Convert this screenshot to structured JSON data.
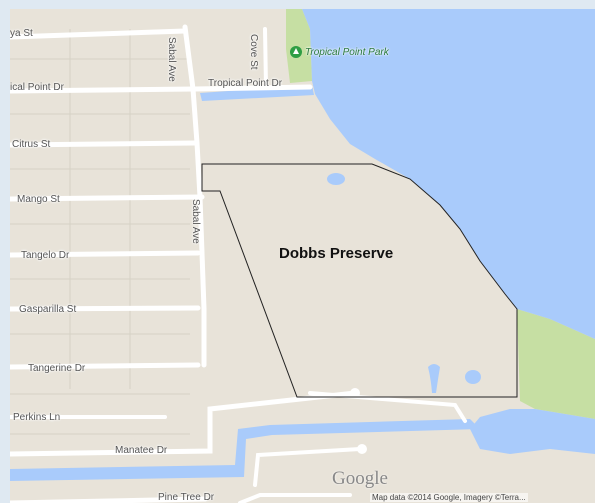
{
  "map": {
    "colors": {
      "land": "#e8e3d9",
      "water": "#a9cbfb",
      "park": "#c6dfa3",
      "road": "#ffffff",
      "lot_line": "#d6d1c5",
      "boundary": "#222222"
    },
    "streets": {
      "street_1": "ya St",
      "tropical_point_dr_west": "ical Point Dr",
      "tropical_point_dr_east": "Tropical Point Dr",
      "citrus": "Citrus St",
      "mango": "Mango St",
      "tangelo": "Tangelo Dr",
      "gasparilla": "Gasparilla St",
      "tangerine": "Tangerine Dr",
      "perkins": "Perkins Ln",
      "manatee": "Manatee Dr",
      "pine_tree": "Pine Tree Dr",
      "sabal_north": "Sabal Ave",
      "sabal_south": "Sabal Ave",
      "cove": "Cove St"
    },
    "park_label": "Tropical Point Park",
    "park_icon": "park-tree-icon",
    "preserve_label": "Dobbs Preserve",
    "logo": "Google",
    "attribution": "Map data ©2014 Google, Imagery ©Terra..."
  }
}
